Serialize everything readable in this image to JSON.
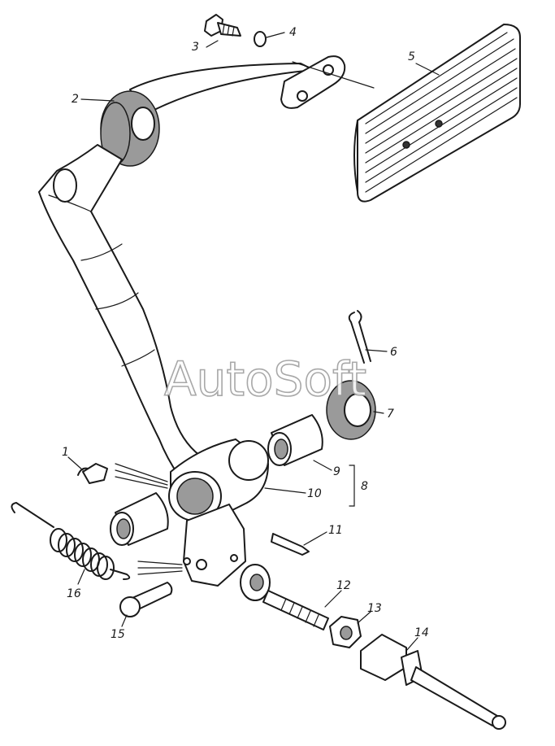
{
  "watermark": "AutoSoft",
  "callouts": [
    {
      "id": "1",
      "label": "1"
    },
    {
      "id": "2",
      "label": "2"
    },
    {
      "id": "3",
      "label": "3"
    },
    {
      "id": "4",
      "label": "4"
    },
    {
      "id": "5",
      "label": "5"
    },
    {
      "id": "6",
      "label": "6"
    },
    {
      "id": "7",
      "label": "7"
    },
    {
      "id": "8",
      "label": "8"
    },
    {
      "id": "9",
      "label": "9"
    },
    {
      "id": "10",
      "label": "10"
    },
    {
      "id": "11",
      "label": "11"
    },
    {
      "id": "12",
      "label": "12"
    },
    {
      "id": "13",
      "label": "13"
    },
    {
      "id": "14",
      "label": "14"
    },
    {
      "id": "15",
      "label": "15"
    },
    {
      "id": "16",
      "label": "16"
    }
  ]
}
